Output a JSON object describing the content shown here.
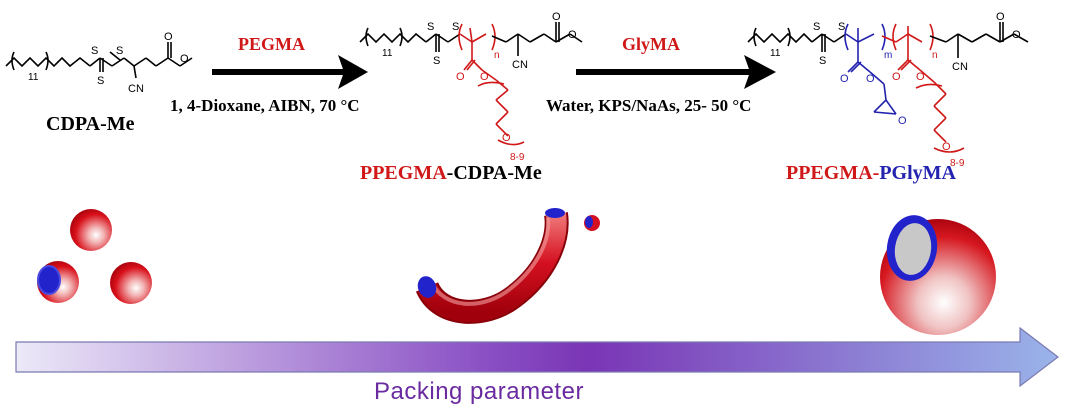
{
  "reaction": {
    "step1": {
      "reagent": "PEGMA",
      "conditions": "1, 4-Dioxane, AIBN, 70 °C"
    },
    "step2": {
      "reagent": "GlyMA",
      "conditions": "Water, KPS/NaAs, 25- 50 °C"
    }
  },
  "compounds": {
    "start": {
      "label": "CDPA-Me"
    },
    "intermediate": {
      "label_red": "PPEGMA",
      "label_black": "-CDPA-Me"
    },
    "product": {
      "label_red": "PPEGMA",
      "label_dash": "-",
      "label_blue": "PGlyMA"
    }
  },
  "structure_labels": {
    "atom_s": "S",
    "atom_o": "O",
    "nitrile": "CN",
    "sub_11": "11",
    "sub_n": "n",
    "sub_m": "m",
    "sub_89": "8-9"
  },
  "packing": {
    "label": "Packing parameter"
  },
  "colors": {
    "red": "#d01818",
    "blue": "#2323b0",
    "purple_text": "#6a2aa0",
    "arrow_light": "#e6e2f4",
    "arrow_mid": "#7a35b5",
    "arrow_end": "#9ab0e8"
  }
}
